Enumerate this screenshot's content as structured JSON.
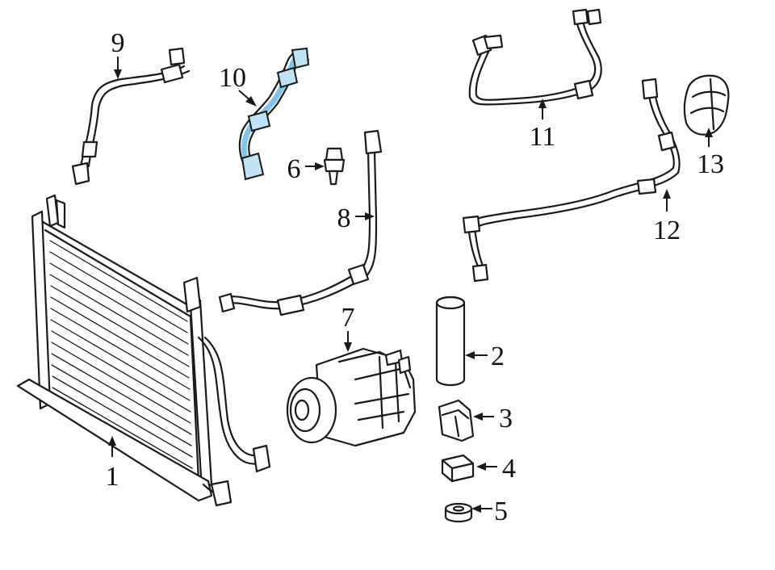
{
  "colors": {
    "highlight": "#7fc6e8",
    "line": "#1a1a1a",
    "background": "#ffffff"
  },
  "callouts": {
    "p1": "1",
    "p2": "2",
    "p3": "3",
    "p4": "4",
    "p5": "5",
    "p6": "6",
    "p7": "7",
    "p8": "8",
    "p9": "9",
    "p10": "10",
    "p11": "11",
    "p12": "12",
    "p13": "13"
  },
  "highlighted_part": "10"
}
